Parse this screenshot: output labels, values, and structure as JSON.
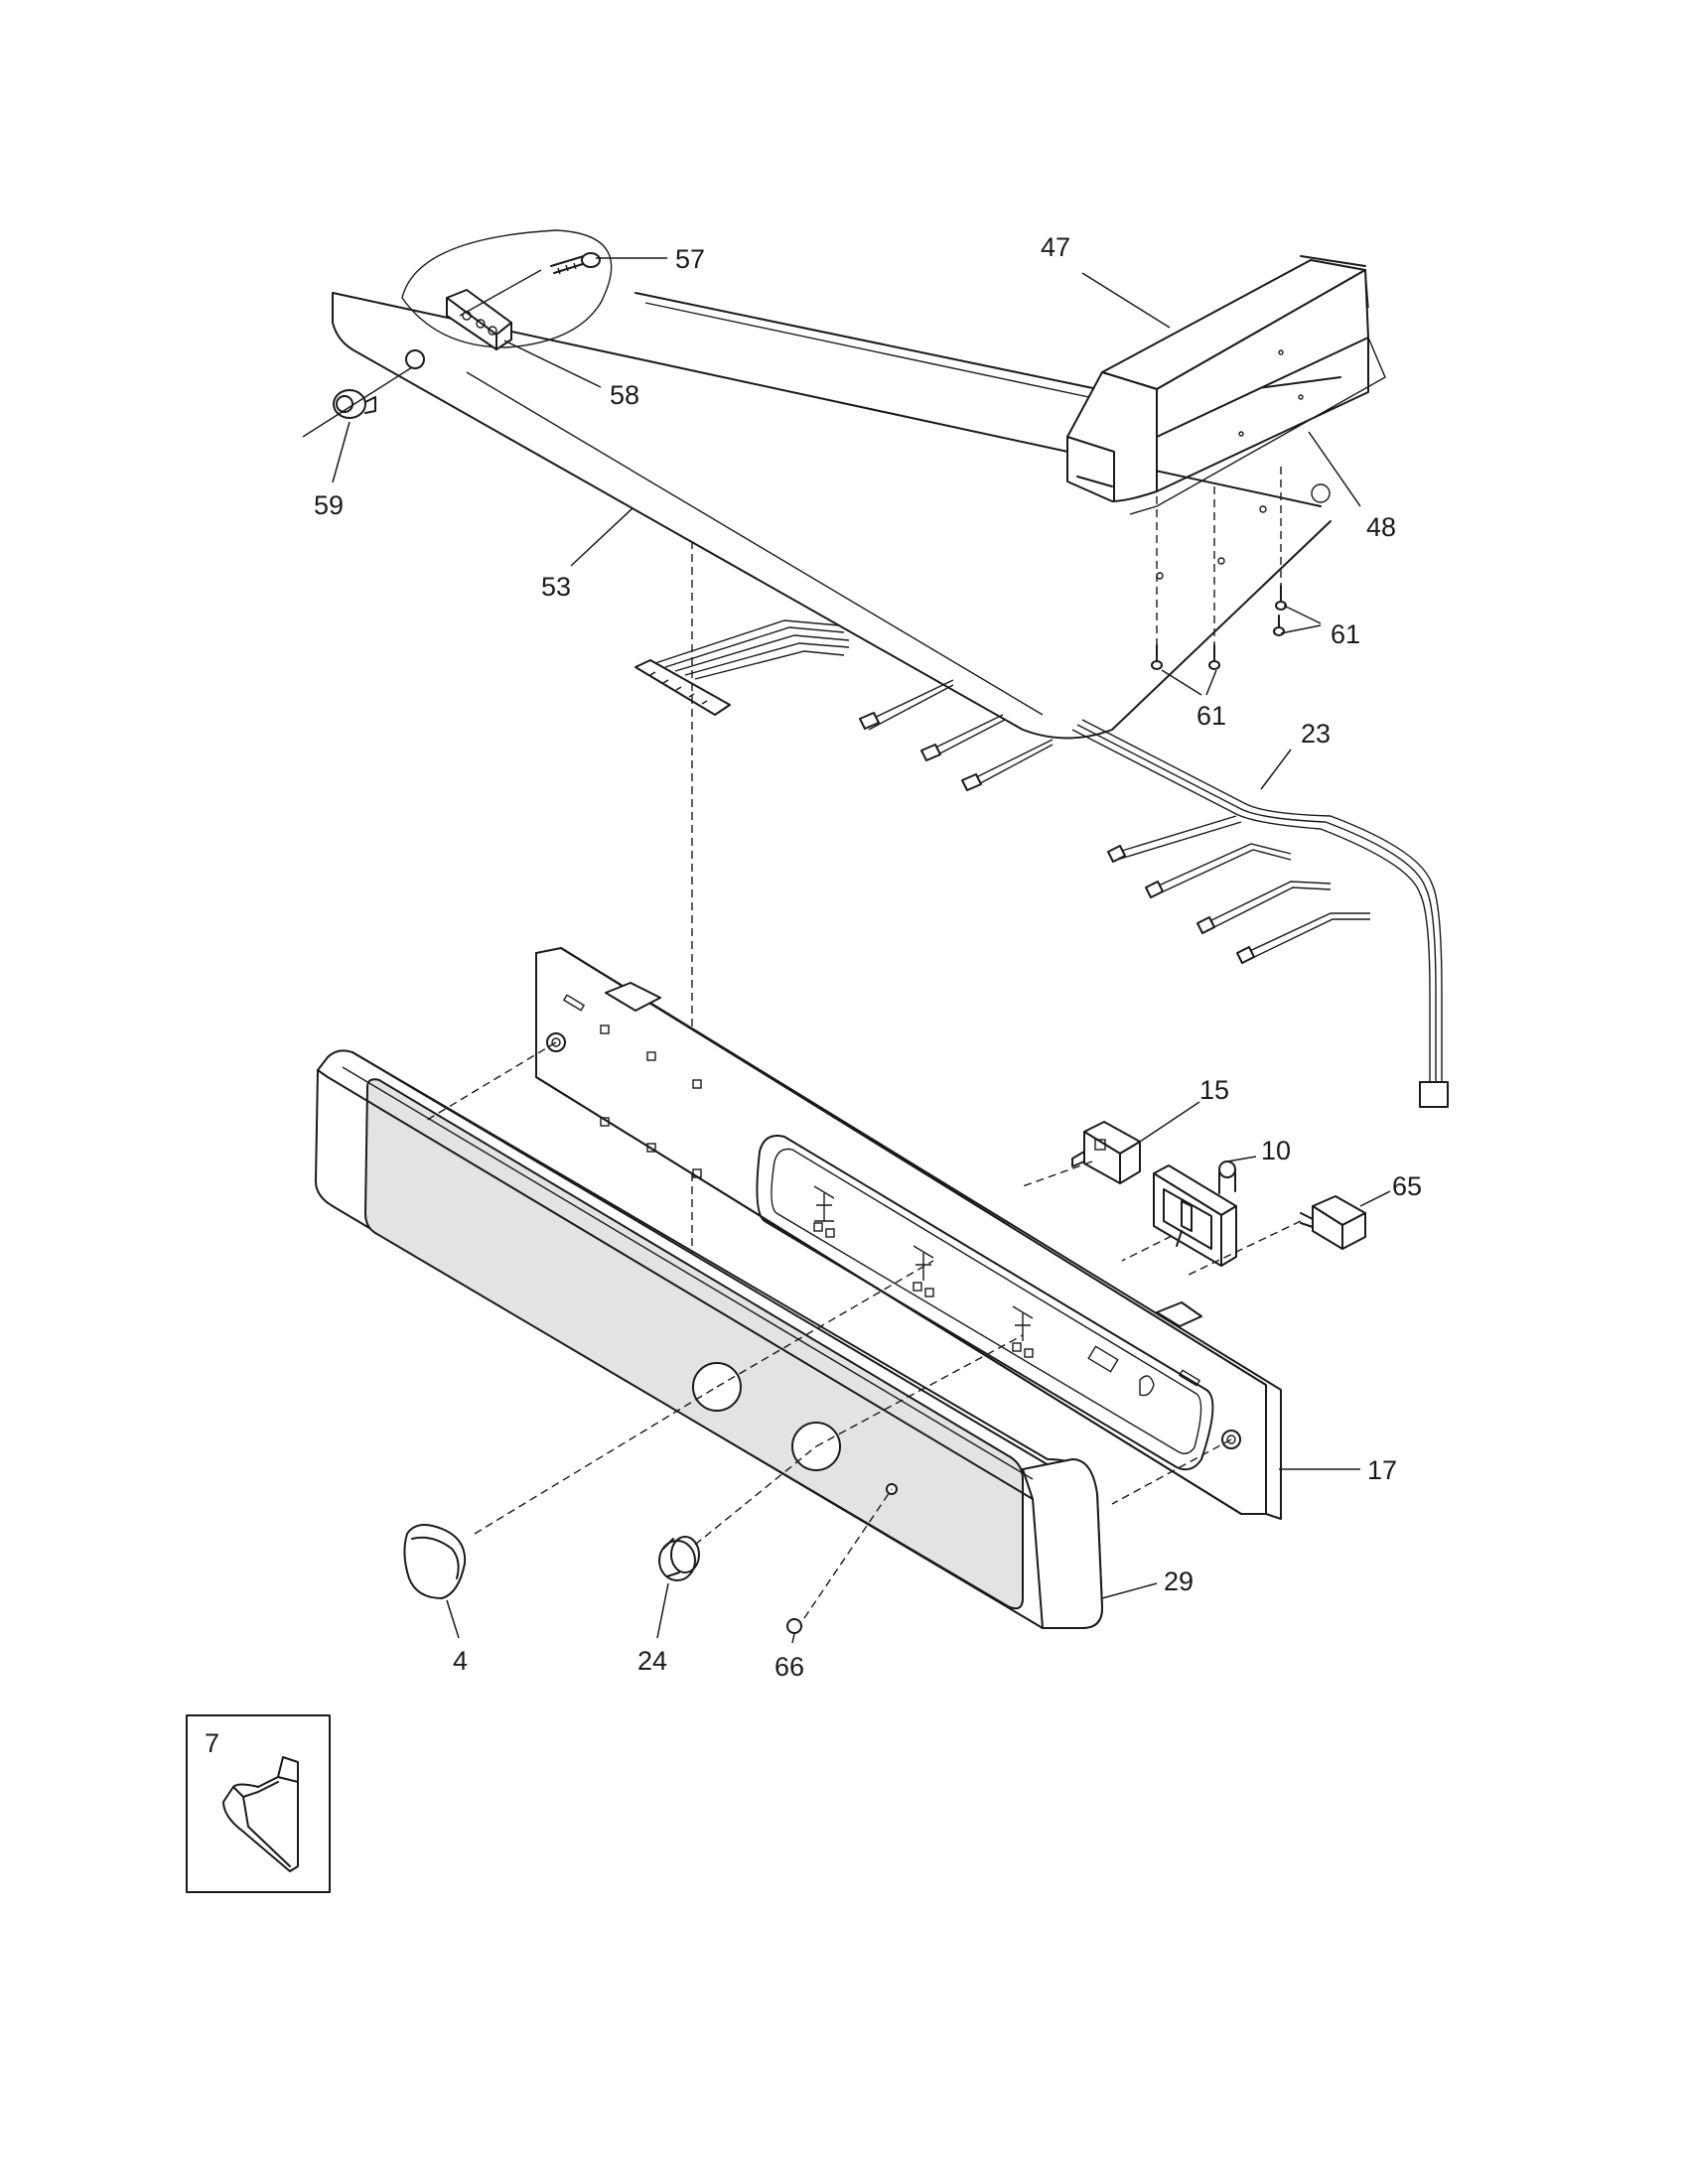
{
  "callouts": [
    "57",
    "47",
    "58",
    "59",
    "48",
    "53",
    "61",
    "61",
    "23",
    "15",
    "10",
    "65",
    "17",
    "29",
    "4",
    "24",
    "66",
    "7"
  ],
  "colors": {
    "line": "#1a1a1a",
    "background": "#ffffff",
    "grille": "#e3e3e3"
  }
}
